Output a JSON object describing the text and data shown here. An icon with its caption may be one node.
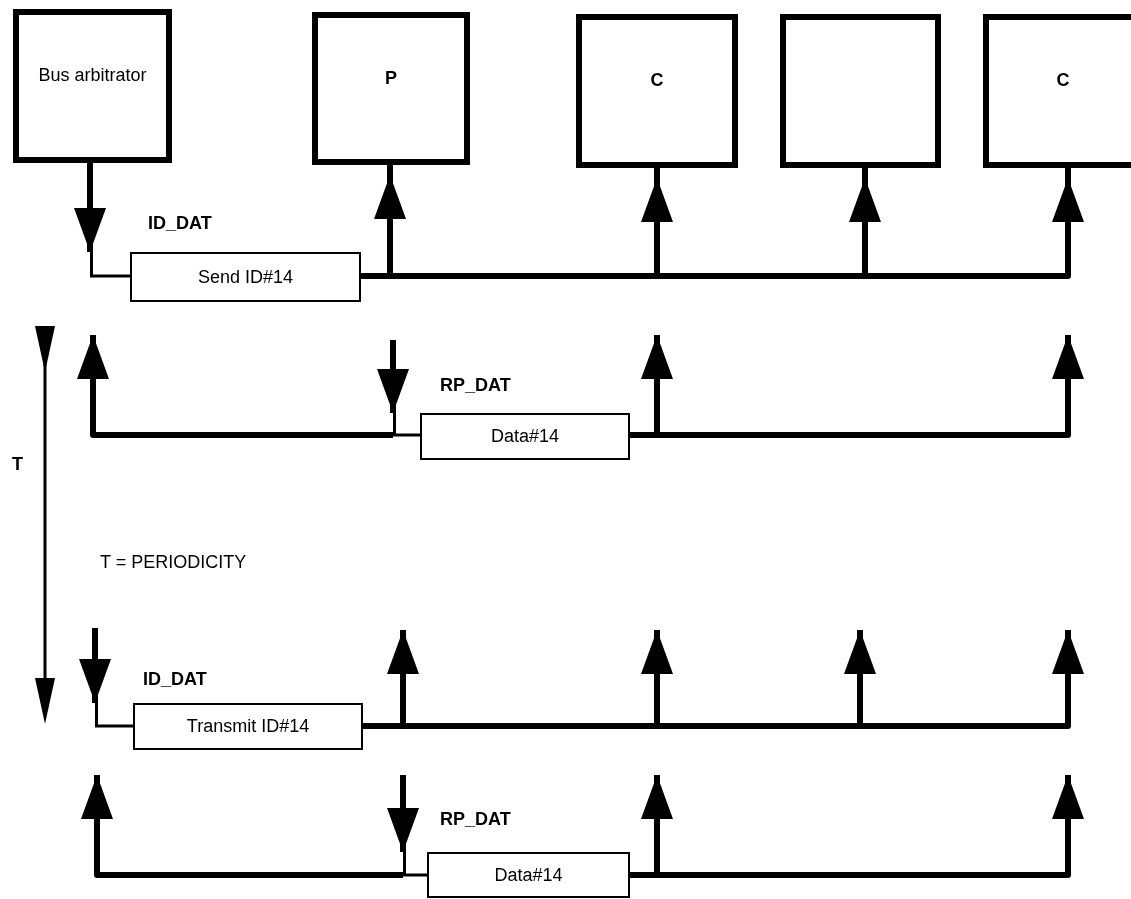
{
  "diagram": {
    "nodes": [
      {
        "text": [
          "Bus arbitrator"
        ]
      },
      {
        "text": [
          "P"
        ]
      },
      {
        "text": [
          "C"
        ]
      },
      {
        "text": [],
        "shape": "box"
      },
      {
        "text": [
          "C"
        ]
      },
      {
        "text": [
          "ID_DAT",
          "Send ID#14"
        ]
      },
      {
        "text": [
          "RP_DAT",
          "Data#14"
        ]
      },
      {
        "text": [
          "ID_DAT",
          "Transmit ID#14"
        ]
      },
      {
        "text": [
          "RP_DAT",
          "Data#14"
        ]
      }
    ],
    "edges": [
      {
        "from": 0,
        "to": 5,
        "arrow": "to"
      },
      {
        "from": 5,
        "to": 1,
        "arrow": "to"
      },
      {
        "from": 5,
        "to": 2,
        "arrow": "to"
      },
      {
        "from": 5,
        "to": 3,
        "arrow": "to"
      },
      {
        "from": 5,
        "to": 4,
        "arrow": "to"
      },
      {
        "from": 6,
        "to": null,
        "arrow": "to"
      },
      {
        "from": null,
        "to": 6,
        "arrow": "to"
      },
      {
        "from": 6,
        "to": null,
        "arrow": "to"
      },
      {
        "from": 6,
        "to": null,
        "arrow": "to"
      },
      {
        "from": null,
        "to": 7,
        "arrow": "to"
      },
      {
        "from": 7,
        "to": null,
        "arrow": "to"
      },
      {
        "from": 7,
        "to": null,
        "arrow": "to"
      },
      {
        "from": 7,
        "to": null,
        "arrow": "to"
      },
      {
        "from": 7,
        "to": null,
        "arrow": "to"
      },
      {
        "from": 8,
        "to": null,
        "arrow": "to"
      },
      {
        "from": null,
        "to": 8,
        "arrow": "to"
      },
      {
        "from": 8,
        "to": null,
        "arrow": "to"
      },
      {
        "from": 8,
        "to": null,
        "arrow": "to"
      }
    ],
    "labels": [
      "T",
      "T = PERIODICITY"
    ]
  }
}
